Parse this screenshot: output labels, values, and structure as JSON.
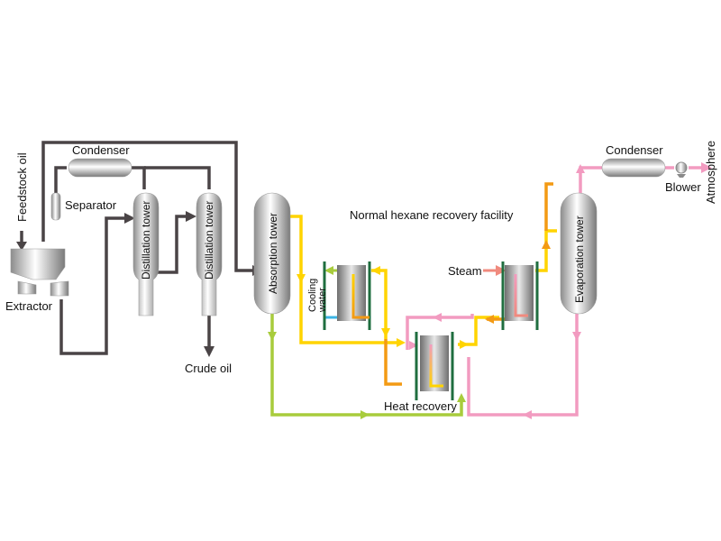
{
  "labels": {
    "feedstock_oil": "Feedstock oil",
    "extractor": "Extractor",
    "separator": "Separator",
    "condenser_left": "Condenser",
    "distillation_tower_1": "Distillation tower",
    "distillation_tower_2": "Distillation tower",
    "crude_oil": "Crude oil",
    "absorption_tower": "Absorption tower",
    "facility_title": "Normal hexane recovery facility",
    "cooling_water_1": "Cooling",
    "cooling_water_2": "water",
    "heat_recovery": "Heat recovery",
    "steam": "Steam",
    "evaporation_tower": "Evaporation tower",
    "condenser_right": "Condenser",
    "blower": "Blower",
    "atmosphere": "Atmosphere"
  },
  "colors": {
    "dark_pipe": "#4a4446",
    "yellow_pipe": "#ffd400",
    "lime_pipe": "#a8cc3c",
    "orange_pipe": "#f39a14",
    "pink_pipe": "#f29bc0",
    "cooling_water": "#3bb4e5",
    "exchanger_bar": "#1f6e3f",
    "steam_arrow": "#f08a7e"
  }
}
